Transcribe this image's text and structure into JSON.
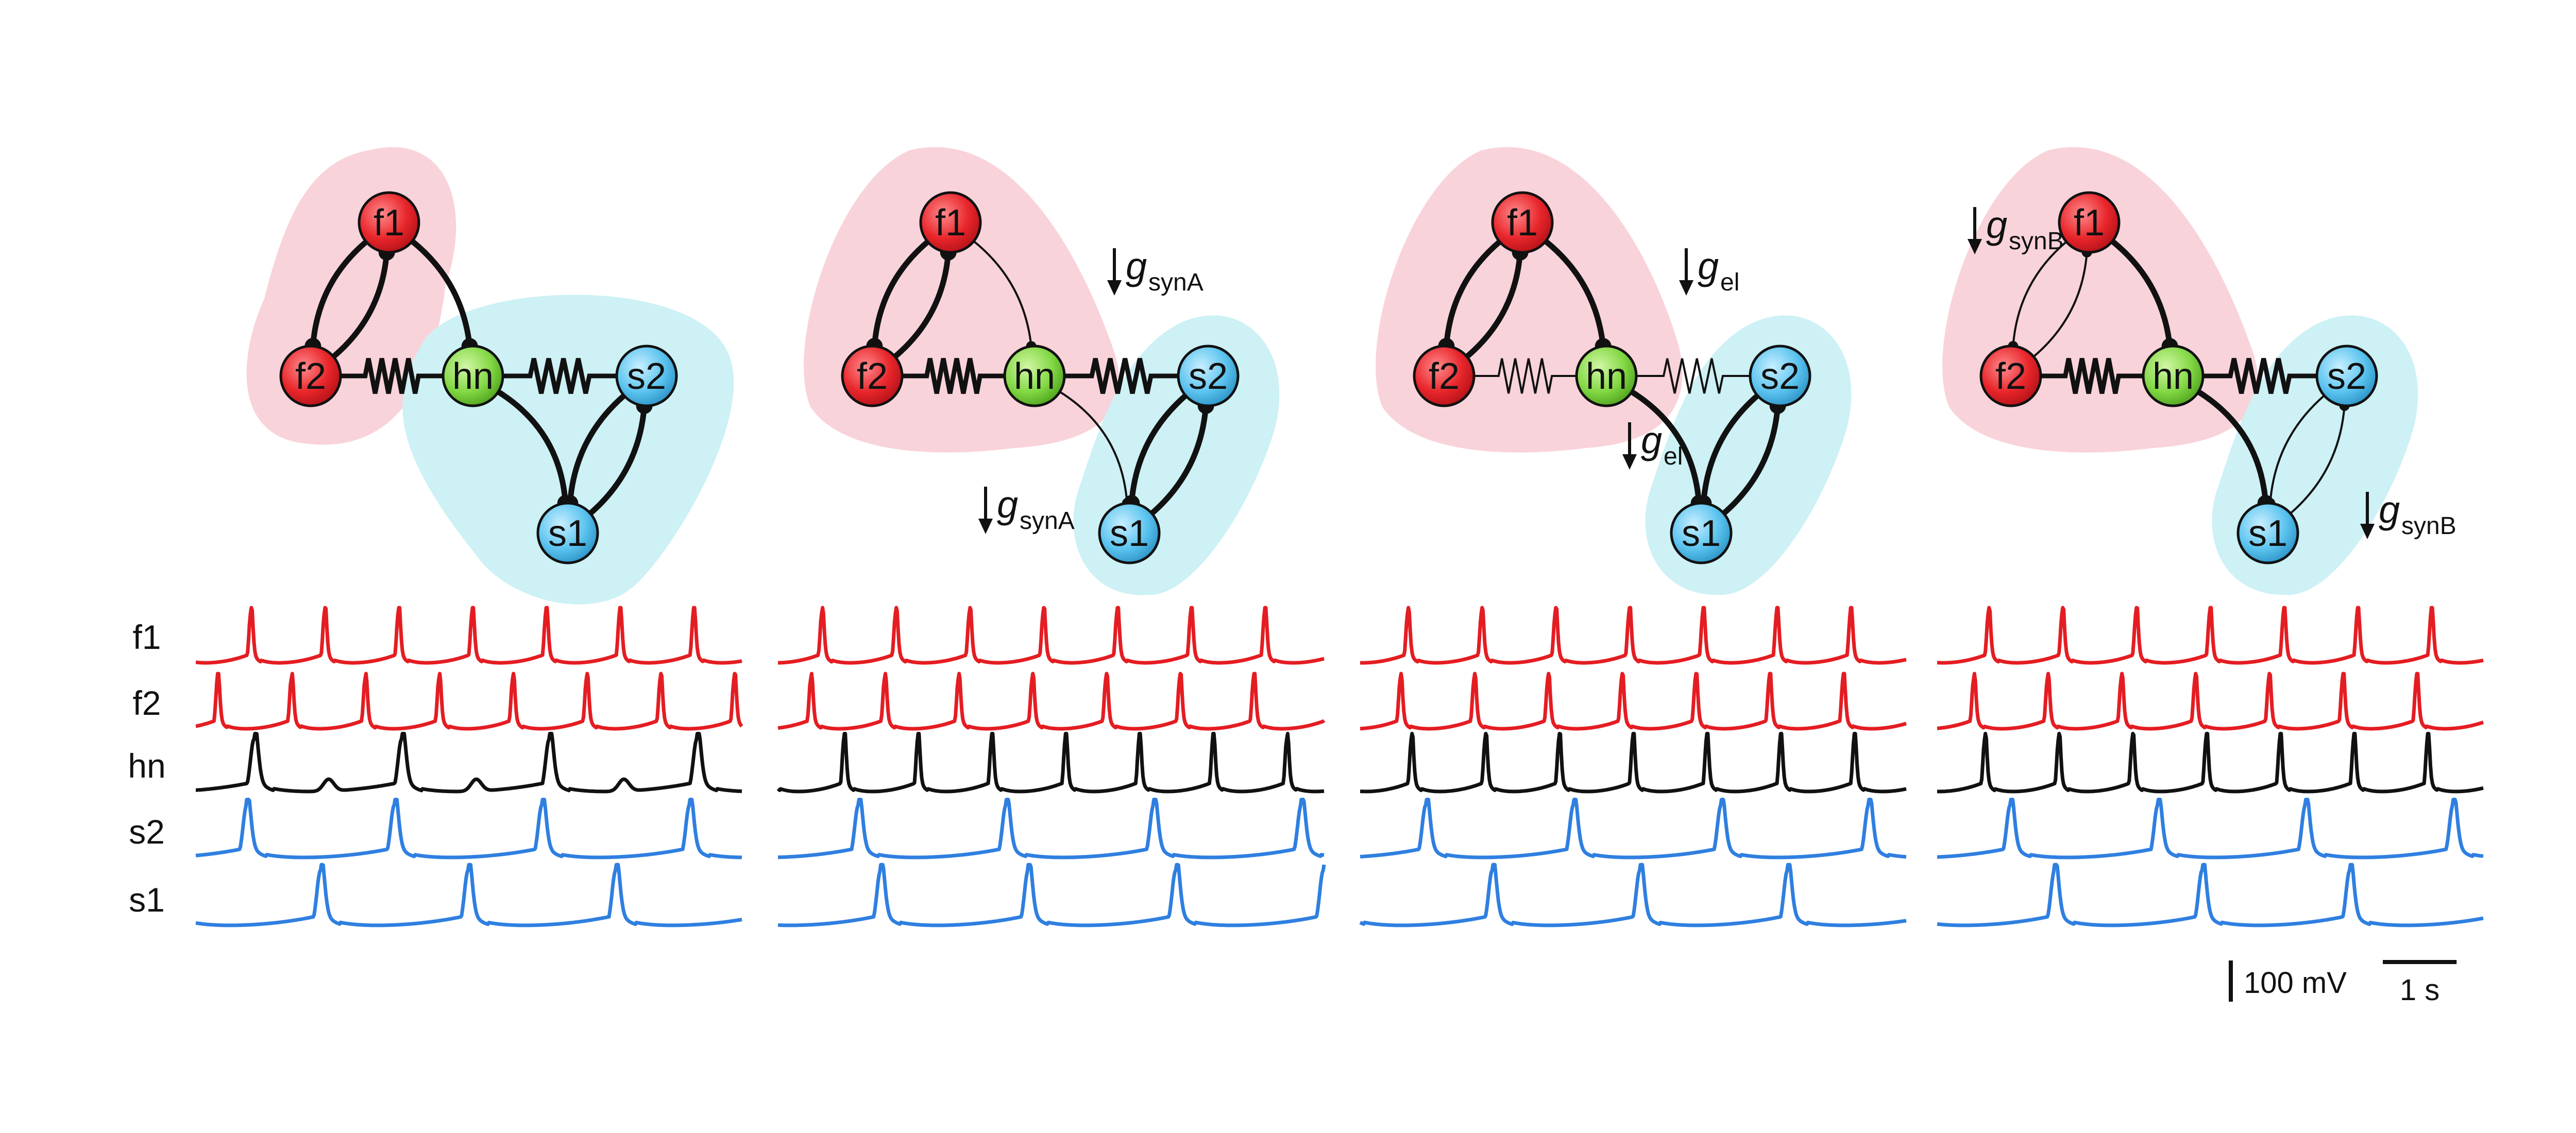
{
  "colors": {
    "fast_region": "#f9d3da",
    "slow_region": "#cdf1f5",
    "fast_node": "#e8262b",
    "hub_node": "#83d845",
    "slow_node": "#5cc4ef",
    "fast_trace": "#e41d22",
    "hub_trace": "#111111",
    "slow_trace": "#2f7fe0"
  },
  "nodes": {
    "f1": "f1",
    "f2": "f2",
    "hn": "hn",
    "s1": "s1",
    "s2": "s2"
  },
  "row_labels": [
    "f1",
    "f2",
    "hn",
    "s2",
    "s1"
  ],
  "panels": [
    {
      "variant": "control",
      "annotations": []
    },
    {
      "variant": "reduced-synA",
      "annotations": [
        {
          "symbol": "g",
          "sub": "synA",
          "spot": "upper-right"
        },
        {
          "symbol": "g",
          "sub": "synA",
          "spot": "lower-left"
        }
      ]
    },
    {
      "variant": "reduced-el",
      "annotations": [
        {
          "symbol": "g",
          "sub": "el",
          "spot": "upper-right"
        },
        {
          "symbol": "g",
          "sub": "el",
          "spot": "lower-left"
        }
      ]
    },
    {
      "variant": "reduced-synB",
      "annotations": [
        {
          "symbol": "g",
          "sub": "synB",
          "spot": "upper-left"
        },
        {
          "symbol": "g",
          "sub": "synB",
          "spot": "lower-right"
        }
      ]
    }
  ],
  "traces": [
    {
      "f1": {
        "period_s": 1.0,
        "phase": 0.3
      },
      "f2": {
        "period_s": 1.0,
        "phase": 0.75
      },
      "hn": {
        "period_s": 2.0,
        "phase": 0.65,
        "minor": true
      },
      "s2": {
        "period_s": 2.0,
        "phase": 0.7
      },
      "s1": {
        "period_s": 2.0,
        "phase": 0.2
      }
    },
    {
      "f1": {
        "period_s": 1.0,
        "phase": 0.45
      },
      "f2": {
        "period_s": 1.0,
        "phase": 0.6
      },
      "hn": {
        "period_s": 1.0,
        "phase": 0.15
      },
      "s2": {
        "period_s": 2.0,
        "phase": 0.5
      },
      "s1": {
        "period_s": 2.0,
        "phase": 0.35
      }
    },
    {
      "f1": {
        "period_s": 1.0,
        "phase": 0.4
      },
      "f2": {
        "period_s": 1.0,
        "phase": 0.5
      },
      "hn": {
        "period_s": 1.0,
        "phase": 0.35
      },
      "s2": {
        "period_s": 2.0,
        "phase": 0.6
      },
      "s1": {
        "period_s": 2.0,
        "phase": 0.15
      }
    },
    {
      "f1": {
        "period_s": 1.0,
        "phase": 0.35
      },
      "f2": {
        "period_s": 1.0,
        "phase": 0.55
      },
      "hn": {
        "period_s": 1.0,
        "phase": 0.4
      },
      "s2": {
        "period_s": 2.0,
        "phase": 0.55
      },
      "s1": {
        "period_s": 2.0,
        "phase": 0.25
      }
    }
  ],
  "trace_duration_s": 7.4,
  "scale_bar": {
    "voltage_label": "100 mV",
    "time_label": "1 s"
  }
}
